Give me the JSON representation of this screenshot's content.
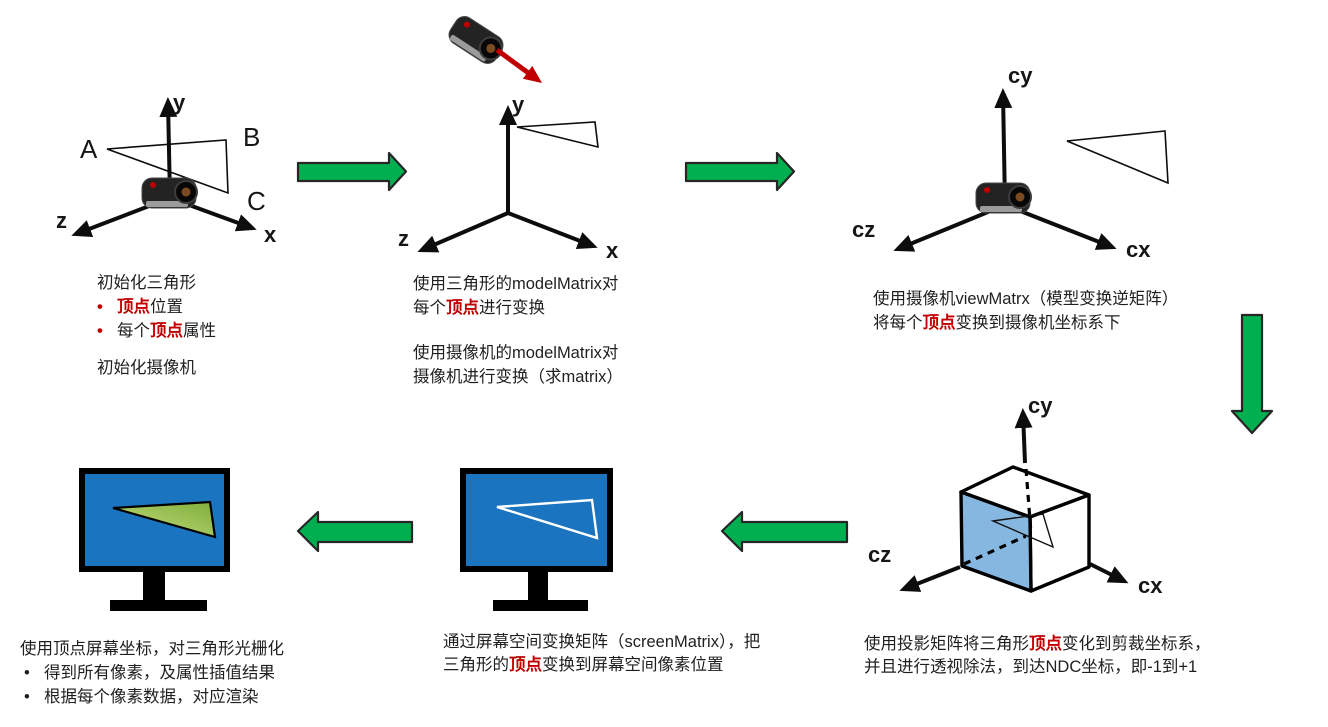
{
  "colors": {
    "arrow_green": "#00b050",
    "highlight_red": "#c00000",
    "monitor_blue": "#1b74bf",
    "ndc_face_blue": "#85b7e0",
    "tri_green_light": "#bdd96f",
    "tri_green_dark": "#7fae3c",
    "text": "#1f1f1f"
  },
  "ui": {
    "bullet": "•"
  },
  "world_axes": {
    "x": "x",
    "y": "y",
    "z": "z"
  },
  "triangle_labels": {
    "a": "A",
    "b": "B",
    "c": "C"
  },
  "camera_axes": {
    "x": "cx",
    "y": "cy",
    "z": "cz"
  },
  "steps": {
    "init": {
      "l1": "初始化三角形",
      "b1_red": "顶点",
      "b1_rest": "位置",
      "b2_pre": "每个",
      "b2_red": "顶点",
      "b2_rest": "属性",
      "l2": "初始化摄像机"
    },
    "model": {
      "l1": "使用三角形的modelMatrix对",
      "l2_pre": "每个",
      "l2_red": "顶点",
      "l2_rest": "进行变换",
      "l3": "使用摄像机的modelMatrix对",
      "l4": "摄像机进行变换（求matrix）"
    },
    "view": {
      "l1": "使用摄像机viewMatrx（模型变换逆矩阵）",
      "l2_pre": "将每个",
      "l2_red": "顶点",
      "l2_rest": "变换到摄像机坐标系下"
    },
    "clip": {
      "l1_pre": "使用投影矩阵将三角形",
      "l1_red": "顶点",
      "l1_rest": "变化到剪裁坐标系，",
      "l2": "并且进行透视除法，到达NDC坐标，即-1到+1"
    },
    "screen": {
      "l1": "通过屏幕空间变换矩阵（screenMatrix），把",
      "l2_pre": "三角形的",
      "l2_red": "顶点",
      "l2_rest": "变换到屏幕空间像素位置"
    },
    "raster": {
      "l1": "使用顶点屏幕坐标，对三角形光栅化",
      "b1": "得到所有像素，及属性插值结果",
      "b2": "根据每个像素数据，对应渲染"
    }
  }
}
